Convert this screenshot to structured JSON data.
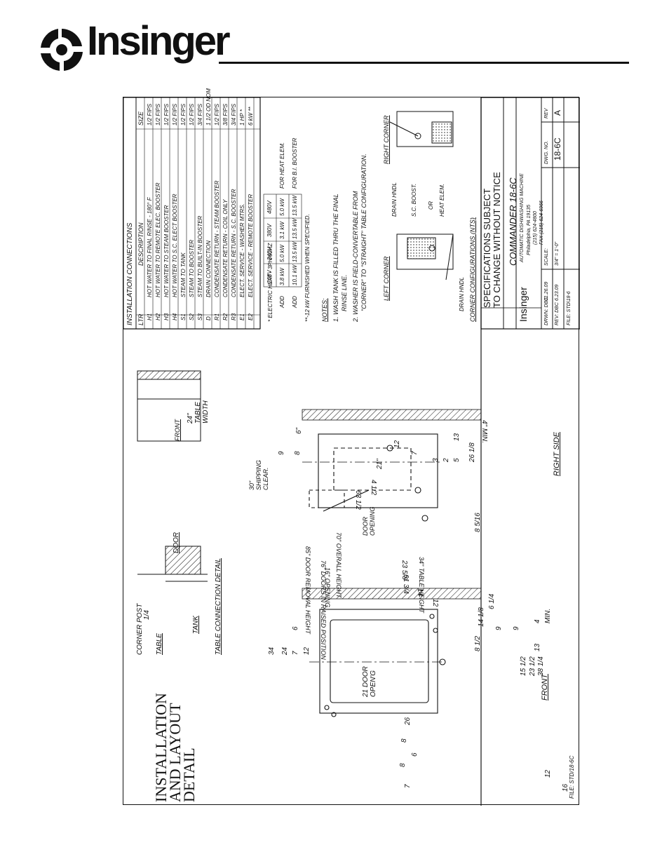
{
  "header": {
    "brand": "Insinger"
  },
  "title": {
    "line1": "INSTALLATION",
    "line2": "AND LAYOUT",
    "line3": "DETAIL"
  },
  "connections_table": {
    "heading": "INSTALLATION CONNECTIONS",
    "col_ltr": "LTR",
    "col_desc": "DESCRIPTION",
    "col_size": "SIZE",
    "rows": [
      {
        "ltr": "H1",
        "desc": "HOT WATER TO FINAL RINSE - 180° F",
        "size": "1/2 FIPS"
      },
      {
        "ltr": "H2",
        "desc": "HOT WATER TO REMOTE ELEC. BOOSTER",
        "size": "1/2 FIPS"
      },
      {
        "ltr": "H3",
        "desc": "HOT WATER TO STEAM BOOSTER",
        "size": "1/2 FIPS"
      },
      {
        "ltr": "H4",
        "desc": "HOT WATER TO S.C. ELECT BOOSTER",
        "size": "1/2 FIPS"
      },
      {
        "ltr": "S1",
        "desc": "STEAM TO TANK",
        "size": "1/2 FIPS"
      },
      {
        "ltr": "S2",
        "desc": "STEAM TO BOOSTER",
        "size": "1/2 FIPS"
      },
      {
        "ltr": "S3",
        "desc": "STEAM TO BUILT-IN BOOSTER",
        "size": "3/4 FIPS"
      },
      {
        "ltr": "D",
        "desc": "DRAIN CONNECTION",
        "size": "1 1/2 OD NOM"
      },
      {
        "ltr": "R1",
        "desc": "CONDENSATE RETURN - STEAM BOOSTER",
        "size": "1/2 FIPS"
      },
      {
        "ltr": "R2",
        "desc": "CONDENSATE RETURN - COIL ONLY",
        "size": "3/8 FIPS"
      },
      {
        "ltr": "R3",
        "desc": "CONDENSATE RETURN - S.C. BOOSTER",
        "size": "3/4 FIPS"
      },
      {
        "ltr": "E1",
        "desc": "ELECT. SERVICE - WASHER MTRS.",
        "size": "1 HP *"
      },
      {
        "ltr": "E2",
        "desc": "ELECT. SERVICE - REMOTE BOOSTER",
        "size": "6 kW **"
      }
    ]
  },
  "electric_heat": {
    "label": "* ELECTRIC HEAT - 3PH/60HZ",
    "voltages": [
      "208V",
      "240V",
      "380V",
      "480V"
    ],
    "rows": [
      {
        "label": "ADD",
        "values": [
          "3.8 kW",
          "5.0 kW",
          "3.1 kW",
          "5.0 kW"
        ],
        "note": "FOR HEAT ELEM."
      },
      {
        "label": "ADD",
        "values": [
          "10.1 kW",
          "13.5 kW",
          "13.5 kW",
          "13.5 kW"
        ],
        "note": "FOR B.I. BOOSTER"
      }
    ],
    "footnote": "**-12 kW FURNISHED WHEN SPECIFIED."
  },
  "notes": {
    "heading": "NOTES:",
    "n1a": "1. WASH TANK IS FILLED THRU THE FINAL",
    "n1b": "RINSE LINE.",
    "n2a": "2. WASHER IS FIELD-CONVERTABLE FROM",
    "n2b": "\"CORNER\" TO \"STRAIGHT\" TABLE CONFIGURATION."
  },
  "corner_config": {
    "left_label": "LEFT CORNER",
    "right_label": "RIGHT CORNER",
    "drain_hndl": "DRAIN HNDL",
    "drain_hndl2": "DRAIN HNDL",
    "sc_boost": "S.C. BOOST.",
    "or": "OR",
    "heat_elem": "HEAT ELEM.",
    "caption": "CORNER CONFIGURATIONS (NTS)"
  },
  "spec_notice": {
    "line1": "SPECIFICATIONS SUBJECT",
    "line2": "TO CHANGE WITHOUT NOTICE"
  },
  "title_block": {
    "model": "COMMANDER 18-6C",
    "subtitle": "AUTOMATIC DISHWASHING MACHINE",
    "city": "Philadelphia, PA 19135",
    "phone": "(215) 624-4800",
    "fax": "FAX (215) 624-6966",
    "brand": "Insinger",
    "drwn": "DRWN: DBC",
    "drwn_date": "01.26.09",
    "rev_by": "REV: DBC",
    "rev_date": "6.23.09",
    "scale_label": "SCALE:",
    "scale": "3/4\" = 1'-0\"",
    "dwg_label": "DWG. NO.",
    "dwg_no": "18-6C",
    "rev_label": "REV",
    "rev": "A",
    "file": "FILE: STD\\18-6"
  },
  "front_view": {
    "label": "FRONT",
    "door_open": "21 DOOR OPEN'G",
    "dims": [
      "34",
      "24",
      "7",
      "12",
      "6",
      "26",
      "8",
      "6",
      "8",
      "7",
      "16",
      "12",
      "4",
      "13",
      "6 1/4",
      "9",
      "9",
      "14 1/8",
      "8 1/2",
      "15 1/2",
      "23 1/2",
      "38 1/4",
      "MIN."
    ]
  },
  "side_view": {
    "label": "RIGHT SIDE",
    "shipping": "30\" SHIPPING CLEAR.",
    "door_removal": "85\" DOOR REMOVAL HEIGHT",
    "doors_raised": "76\" DOORS IN RAISED POSITION",
    "overall": "70\" OVERALL HEIGHT",
    "dim_63": "63 1/2",
    "dim_4_5": "4 1/2",
    "dim_6": "6\"",
    "dim_9": "9",
    "dim_8": "8",
    "dim_21": "21\"",
    "dim_12": "12",
    "dim_7": "7",
    "dim_3": "3",
    "dim_2": "2",
    "dim_5": "5",
    "dim_13": "13",
    "dim_26": "26 1/8",
    "dim_8516": "8 5/16",
    "door_opening": "DOOR OPENING",
    "opening16": "16\" OPENING",
    "dim_23": "23 5/8",
    "table_height": "34\" TABLE HEIGHT",
    "dim_61": "61 3/4",
    "dim_14": "14",
    "dim_12b": "12",
    "min4": "4\" MIN."
  },
  "corner_detail": {
    "front": "FRONT",
    "table_width": "24\" TABLE WIDTH",
    "corner_post": "CORNER POST",
    "dim_14": "1/4",
    "table": "TABLE",
    "tank": "TANK",
    "door": "DOOR",
    "caption": "TABLE CONNECTION DETAIL"
  },
  "file_label": "FILE: STD/18-6C"
}
